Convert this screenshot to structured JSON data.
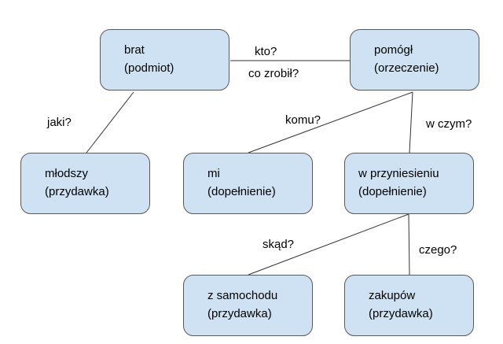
{
  "colors": {
    "box_fill": "#cfe2f3",
    "box_border": "#595959",
    "line": "#333333"
  },
  "nodes": {
    "brat": {
      "word": "brat",
      "role": "(podmiot)"
    },
    "pomogl": {
      "word": "pomógł",
      "role": "(orzeczenie)"
    },
    "mlodszy": {
      "word": "młodszy",
      "role": "(przydawka)"
    },
    "mi": {
      "word": "mi",
      "role": "(dopełnienie)"
    },
    "przyniesieniu": {
      "word": "w przyniesieniu",
      "role": "(dopełnienie)"
    },
    "samochodu": {
      "word": "z samochodu",
      "role": "(przydawka)"
    },
    "zakupow": {
      "word": "zakupów",
      "role": "(przydawka)"
    }
  },
  "edges": {
    "kto": "kto?",
    "co_zrobil": "co zrobił?",
    "jaki": "jaki?",
    "komu": "komu?",
    "w_czym": "w czym?",
    "skad": "skąd?",
    "czego": "czego?"
  }
}
